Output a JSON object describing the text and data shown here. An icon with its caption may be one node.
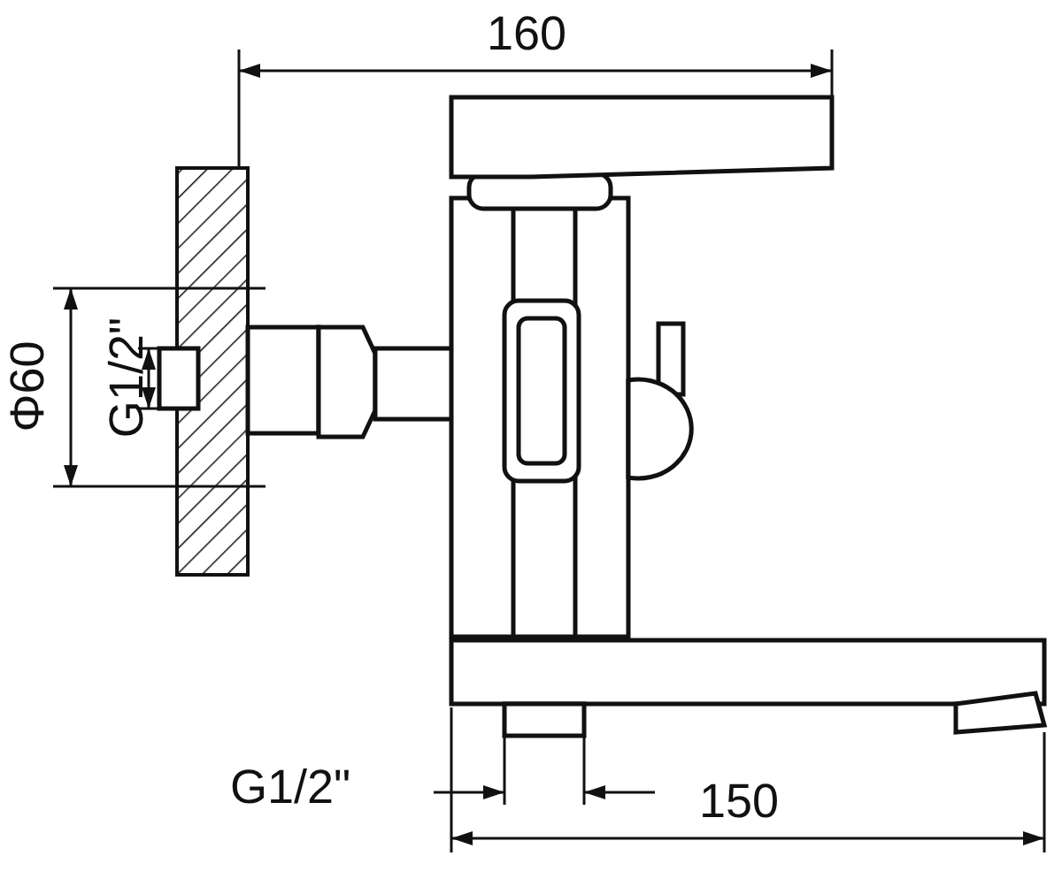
{
  "diagram": {
    "labels": [
      "160",
      "Φ60",
      "G1/2\"",
      "G1/2\"",
      "150"
    ]
  }
}
